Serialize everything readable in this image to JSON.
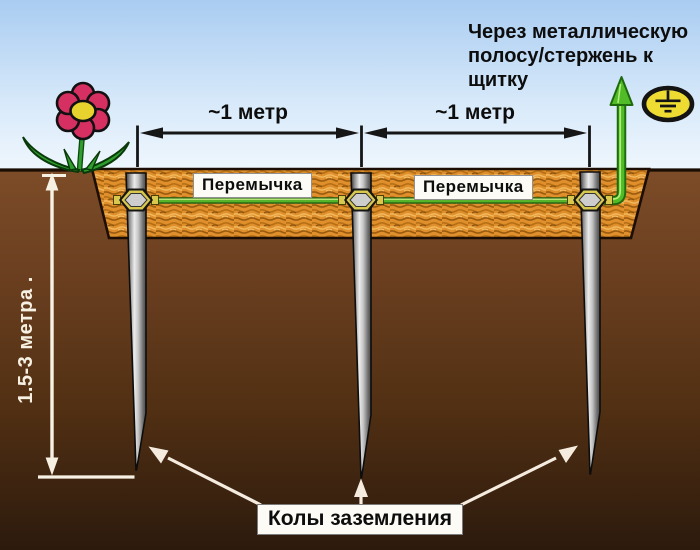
{
  "diagram": {
    "panel_note": "Через металлическую\nполосу/стержень к\nщитку",
    "spacing_dim_1": "~1 метр",
    "spacing_dim_2": "~1 метр",
    "jumper_label_1": "Перемычка",
    "jumper_label_2": "Перемычка",
    "depth_dim": "1.5-3 метра .",
    "stakes_callout": "Колы заземления"
  },
  "icons": {
    "flower": "decorative garden flower",
    "earth_ground_symbol": "IEC earth / ground symbol in yellow ellipse",
    "up_arrow_green": "conductor riser to panel"
  },
  "colors": {
    "sky_top": "#a9ccf1",
    "sky_bottom": "#f0f7fd",
    "soil_top": "#7d4c28",
    "soil_bottom": "#2c1a0d",
    "trench_fill": "#df8f2b",
    "stake_metal_light": "#ececec",
    "stake_metal_dark": "#3a3a3a",
    "wire_green": "#57b32a",
    "riser_green": "#52bb28",
    "clamp_yellow": "#d9c84e",
    "symbol_yellow": "#eedc33",
    "dim_white": "#f7f1e3",
    "dim_black": "#161616",
    "label_bg": "#fcfbf6",
    "text": "#0d0d0d"
  }
}
